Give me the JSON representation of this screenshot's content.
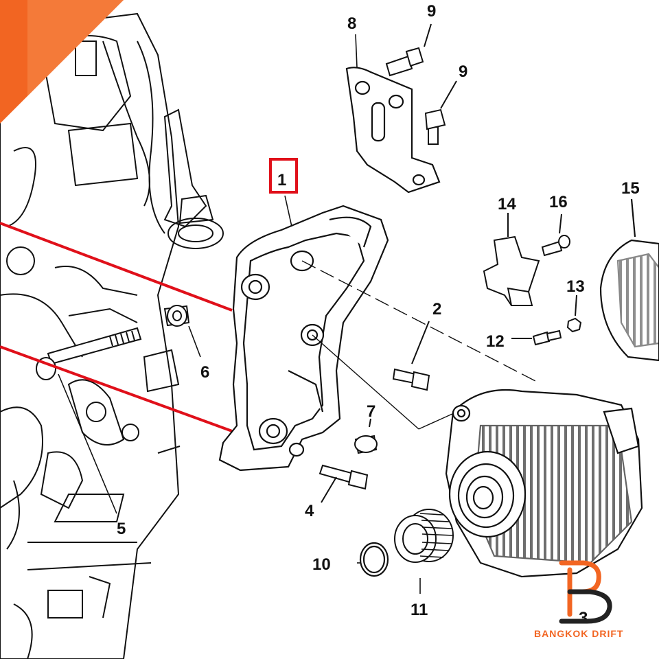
{
  "callouts": {
    "c1": "1",
    "c2": "2",
    "c3": "3",
    "c4": "4",
    "c5": "5",
    "c6": "6",
    "c7": "7",
    "c8": "8",
    "c9a": "9",
    "c9b": "9",
    "c10": "10",
    "c11": "11",
    "c12": "12",
    "c13": "13",
    "c14": "14",
    "c15": "15",
    "c16": "16"
  },
  "highlight": {
    "part": "1",
    "color": "#e0101a"
  },
  "watermark": {
    "text": "BANGKOK DRIFT",
    "color": "#f26522",
    "logo": "bd-logo-icon"
  },
  "corner_ribbon_color": "#f26522"
}
